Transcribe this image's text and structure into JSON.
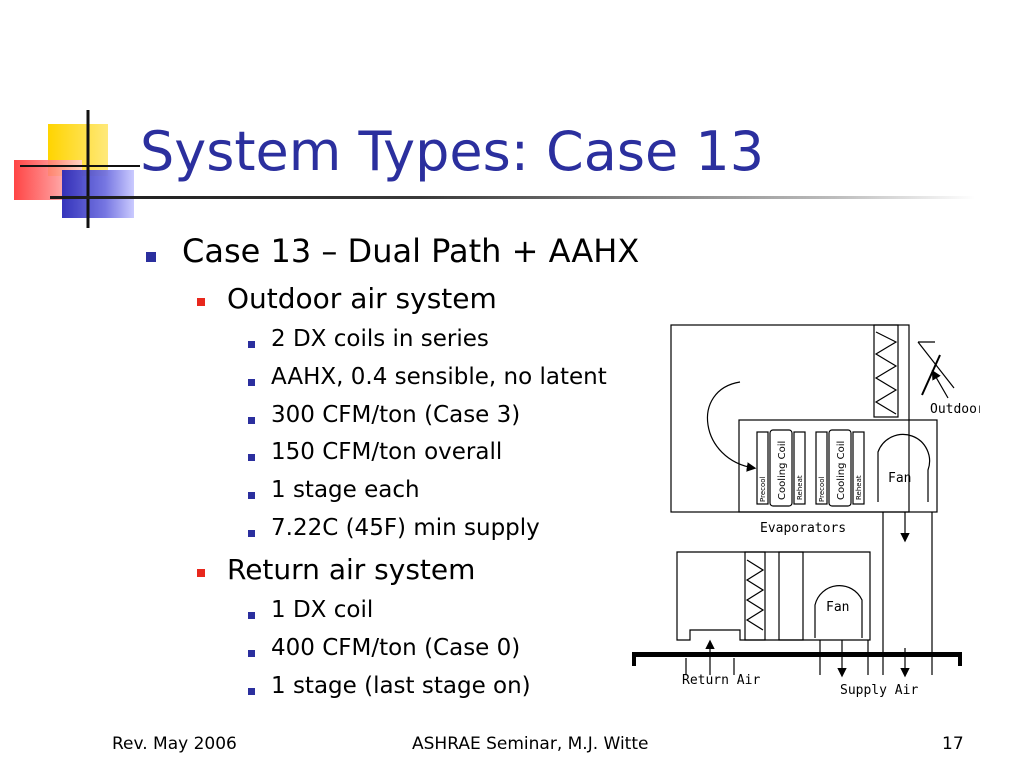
{
  "slide": {
    "title": "System Types: Case 13",
    "bullets": [
      {
        "level": 1,
        "text": "Case 13 – Dual Path + AAHX"
      },
      {
        "level": 2,
        "text": "Outdoor air system"
      },
      {
        "level": 3,
        "text": "2 DX coils in series"
      },
      {
        "level": 3,
        "text": "AAHX, 0.4 sensible, no latent"
      },
      {
        "level": 3,
        "text": "300 CFM/ton (Case 3)"
      },
      {
        "level": 3,
        "text": "150 CFM/ton overall"
      },
      {
        "level": 3,
        "text": "1 stage each"
      },
      {
        "level": 3,
        "text": "7.22C (45F) min supply"
      },
      {
        "level": 2,
        "text": "Return air system"
      },
      {
        "level": 3,
        "text": "1 DX coil"
      },
      {
        "level": 3,
        "text": "400 CFM/ton (Case 0)"
      },
      {
        "level": 3,
        "text": "1 stage (last stage on)"
      }
    ]
  },
  "diagram": {
    "labels": {
      "outdoor_air": "Outdoor Air",
      "fan_upper": "Fan",
      "evaporators": "Evaporators",
      "fan_lower": "Fan",
      "return_air": "Return Air",
      "supply_air": "Supply Air",
      "precool_1": "Precool",
      "cooling_coil_1": "Cooling Coil",
      "reheat_1": "Reheat",
      "precool_2": "Precool",
      "cooling_coil_2": "Cooling Coil",
      "reheat_2": "Reheat"
    }
  },
  "footer": {
    "left": "Rev. May 2006",
    "center": "ASHRAE Seminar, M.J. Witte",
    "right": "17"
  },
  "colors": {
    "title": "#2b2f9e",
    "bullet_blue": "#2b2f9e",
    "bullet_red": "#e8281d",
    "logo_yellow": "#ffd400",
    "logo_red": "#ff4a4a",
    "logo_blue": "#2e2fbf"
  }
}
